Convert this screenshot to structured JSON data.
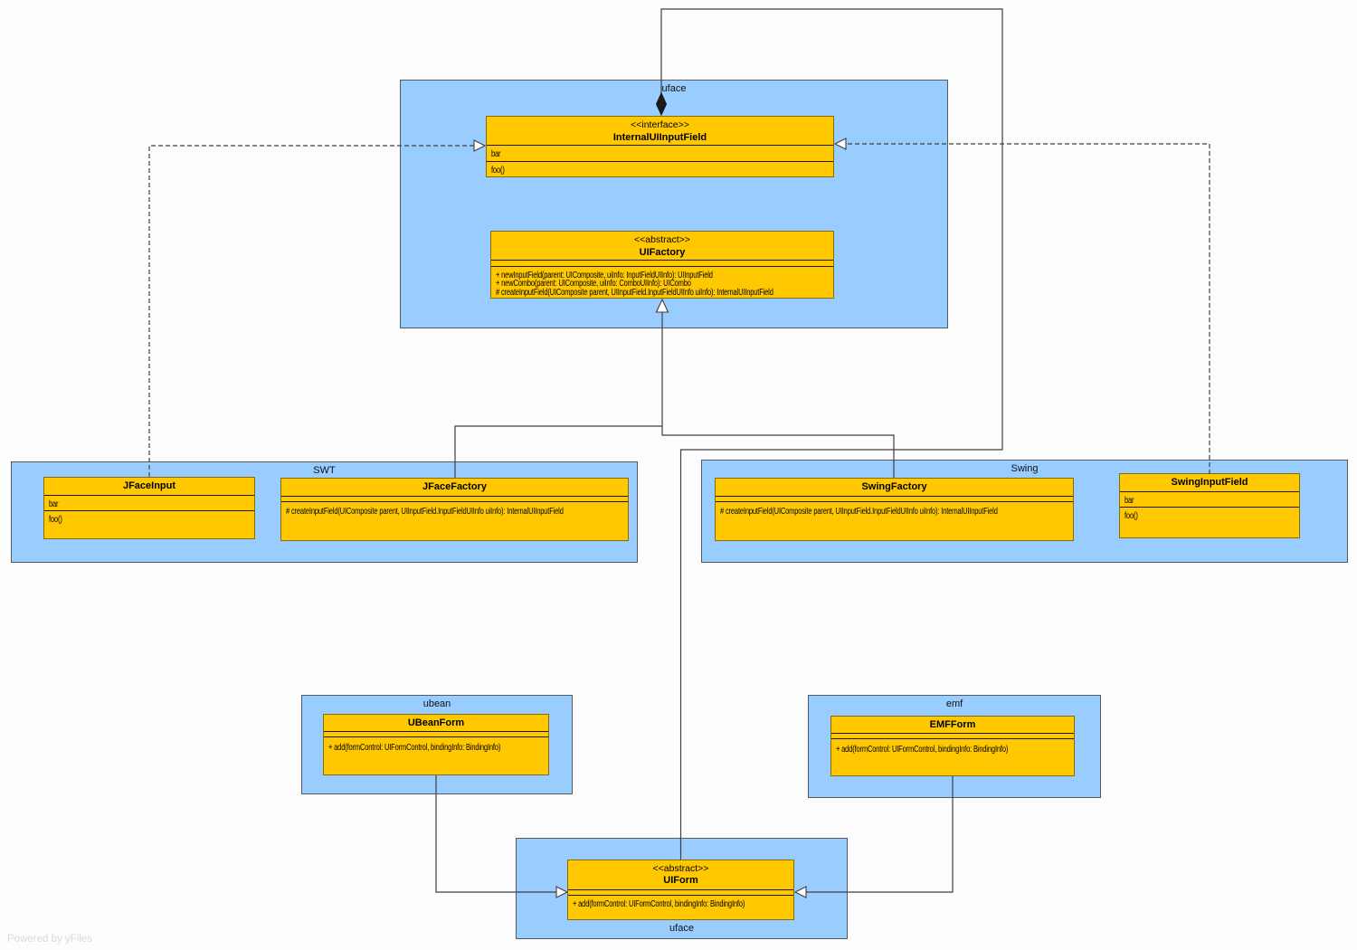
{
  "diagram": {
    "watermark": "Powered by yFiles"
  },
  "colors": {
    "package_fill": "#99CCFF",
    "package_border": "#545a63",
    "class_fill": "#FFC800",
    "class_border": "#8a6d00",
    "edge_color": "#3f3f3f"
  },
  "packages": {
    "uface_top": {
      "label": "uface"
    },
    "swt": {
      "label": "SWT"
    },
    "swing": {
      "label": "Swing"
    },
    "ubean": {
      "label": "ubean"
    },
    "emf": {
      "label": "emf"
    },
    "uface_bottom": {
      "label": "uface"
    }
  },
  "classes": {
    "internalUIInputField": {
      "stereotype": "<<interface>>",
      "name": "InternalUIInputField",
      "attributes": [
        "bar"
      ],
      "methods": [
        "foo()"
      ]
    },
    "uiFactory": {
      "stereotype": "<<abstract>>",
      "name": "UIFactory",
      "methods": [
        "+ newInputField(parent: UIComposite, uiInfo: InputFieldUIInfo): UIInputField",
        "+ newCombo(parent: UIComposite, uiInfo: ComboUIInfo): UICombo",
        "# createInputField(UIComposite parent, UIInputField.InputFieldUIInfo uiInfo): InternalUIInputField"
      ]
    },
    "jFaceInput": {
      "name": "JFaceInput",
      "attributes": [
        "bar"
      ],
      "methods": [
        "foo()"
      ]
    },
    "jFaceFactory": {
      "name": "JFaceFactory",
      "methods": [
        "# createInputField(UIComposite parent, UIInputField.InputFieldUIInfo uiInfo): InternalUIInputField"
      ]
    },
    "swingFactory": {
      "name": "SwingFactory",
      "methods": [
        "# createInputField(UIComposite parent, UIInputField.InputFieldUIInfo uiInfo): InternalUIInputField"
      ]
    },
    "swingInputField": {
      "name": "SwingInputField",
      "attributes": [
        "bar"
      ],
      "methods": [
        "foo()"
      ]
    },
    "uBeanForm": {
      "name": "UBeanForm",
      "methods": [
        "+ add(formControl: UIFormControl, bindingInfo: BindingInfo)"
      ]
    },
    "emfForm": {
      "name": "EMFForm",
      "methods": [
        "+ add(formControl: UIFormControl, bindingInfo: BindingInfo)"
      ]
    },
    "uiForm": {
      "stereotype": "<<abstract>>",
      "name": "UIForm",
      "methods": [
        "+ add(formControl: UIFormControl, bindingInfo: BindingInfo)"
      ]
    }
  }
}
